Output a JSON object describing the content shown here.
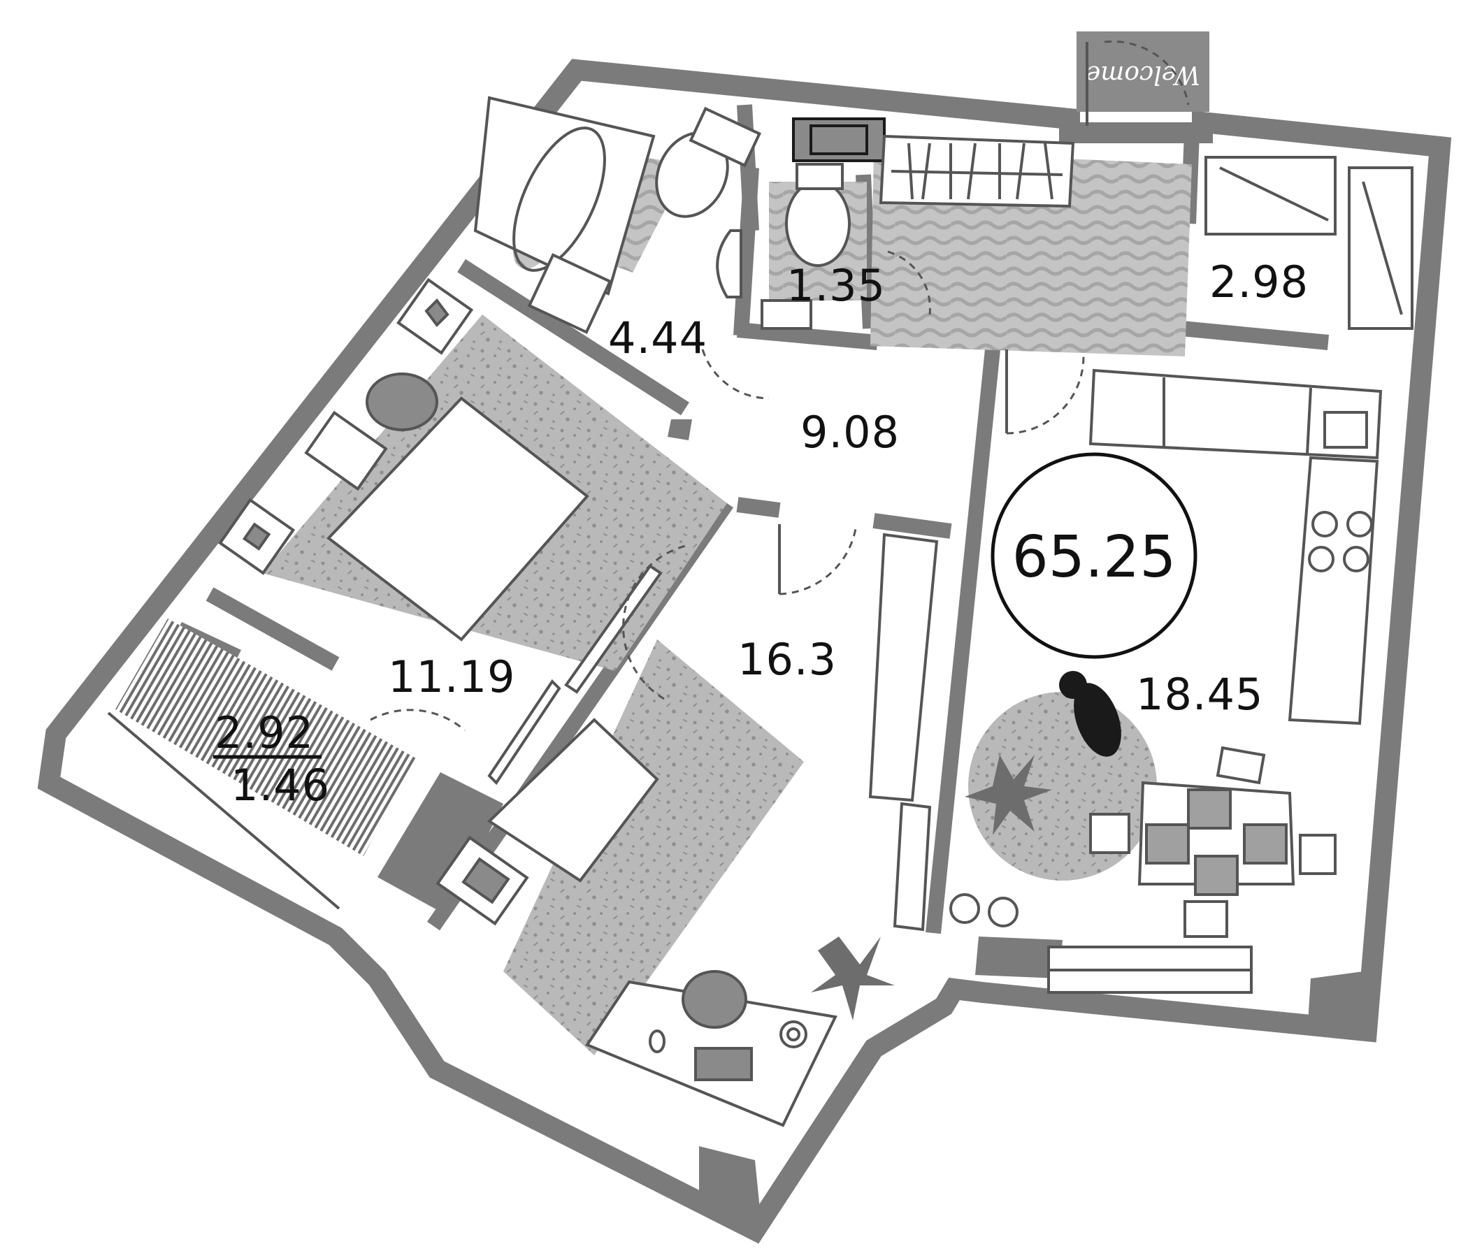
{
  "plan": {
    "total_area": "65.25",
    "rooms": {
      "bathroom": "4.44",
      "wc": "1.35",
      "hall": "9.08",
      "storage": "2.98",
      "bedroom": "11.19",
      "living": "16.3",
      "kitchen": "18.45"
    },
    "balcony": {
      "area_top": "2.92",
      "area_bottom": "1.46"
    },
    "entrance_mat": "Welcome"
  },
  "colors": {
    "wall": "#7b7b7b",
    "rug": "#b9b9b9",
    "fixture": "#8a8a8a",
    "line": "#555555",
    "dark": "#1a1a1a"
  }
}
